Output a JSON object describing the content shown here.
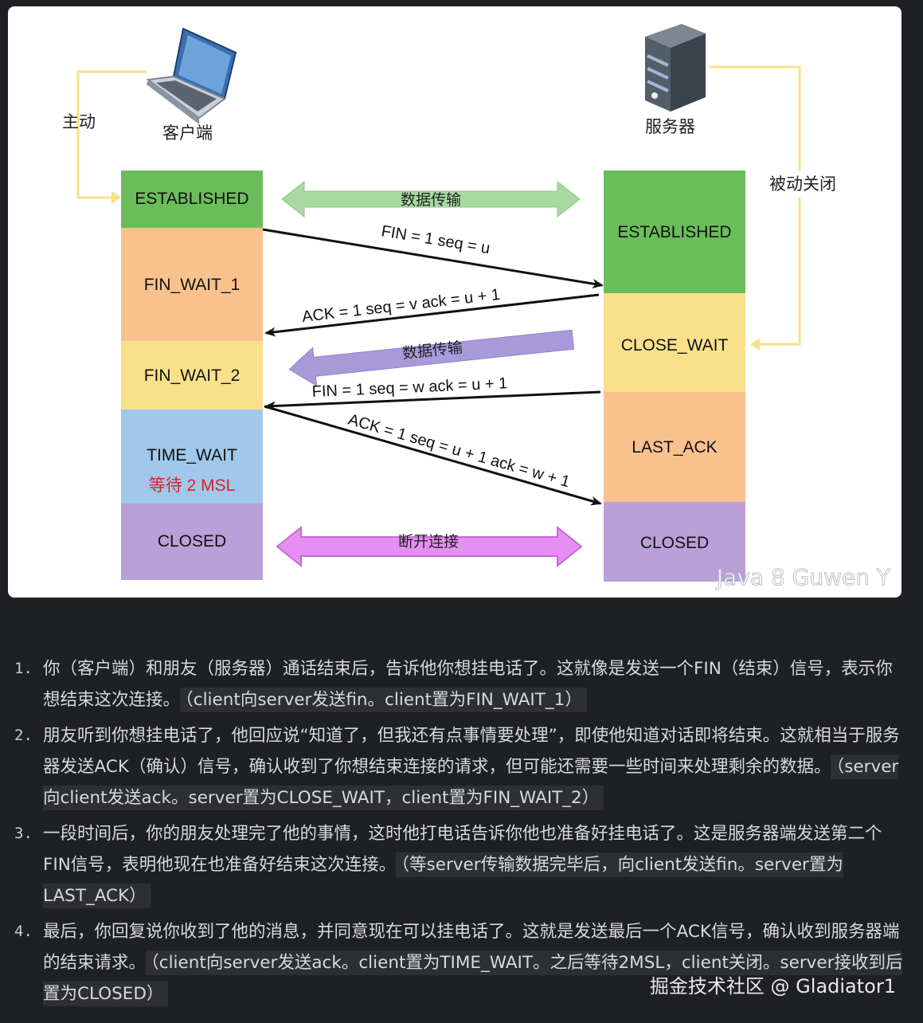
{
  "diagram": {
    "client_label": "客户端",
    "server_label": "服务器",
    "active_label": "主动",
    "passive_label": "被动关闭",
    "client_states": [
      {
        "label": "ESTABLISHED",
        "color": "#6bbd5b"
      },
      {
        "label": "FIN_WAIT_1",
        "color": "#f9c18e"
      },
      {
        "label": "FIN_WAIT_2",
        "color": "#f9e08b"
      },
      {
        "label": "TIME_WAIT",
        "sub": "等待 2 MSL",
        "color": "#9fc8ea"
      },
      {
        "label": "CLOSED",
        "color": "#b9a0d9"
      }
    ],
    "server_states": [
      {
        "label": "ESTABLISHED",
        "color": "#6bbd5b"
      },
      {
        "label": "CLOSE_WAIT",
        "color": "#f9e08b"
      },
      {
        "label": "LAST_ACK",
        "color": "#f9c18e"
      },
      {
        "label": "CLOSED",
        "color": "#b9a0d9"
      }
    ],
    "bands": {
      "transfer_1": "数据传输",
      "transfer_2": "数据传输",
      "disconnect": "断开连接"
    },
    "messages": {
      "fin1": "FIN = 1 seq = u",
      "ack1": "ACK = 1 seq = v ack = u + 1",
      "fin2": "FIN = 1 seq = w ack = u + 1",
      "ack2": "ACK = 1 seq = u + 1 ack = w + 1"
    },
    "watermark": "Java 8 Guwen Y"
  },
  "steps": [
    {
      "num": "1.",
      "text": "你（客户端）和朋友（服务器）通话结束后，告诉他你想挂电话了。这就像是发送一个FIN（结束）信号，表示你想结束这次连接。",
      "code": "（client向server发送fin。client置为FIN_WAIT_1）"
    },
    {
      "num": "2.",
      "text": "朋友听到你想挂电话了，他回应说“知道了，但我还有点事情要处理”，即使他知道对话即将结束。这就相当于服务器发送ACK（确认）信号，确认收到了你想结束连接的请求，但可能还需要一些时间来处理剩余的数据。",
      "code": "（server向client发送ack。server置为CLOSE_WAIT，client置为FIN_WAIT_2）"
    },
    {
      "num": "3.",
      "text": "一段时间后，你的朋友处理完了他的事情，这时他打电话告诉你他也准备好挂电话了。这是服务器端发送第二个FIN信号，表明他现在也准备好结束这次连接。",
      "code": "（等server传输数据完毕后，向client发送fin。server置为LAST_ACK）"
    },
    {
      "num": "4.",
      "text": "最后，你回复说你收到了他的消息，并同意现在可以挂电话了。这就是发送最后一个ACK信号，确认收到服务器端的结束请求。",
      "code": "（client向server发送ack。client置为TIME_WAIT。之后等待2MSL，client关闭。server接收到后置为CLOSED）"
    }
  ],
  "footer_watermark": "掘金技术社区 @ Gladiator1"
}
